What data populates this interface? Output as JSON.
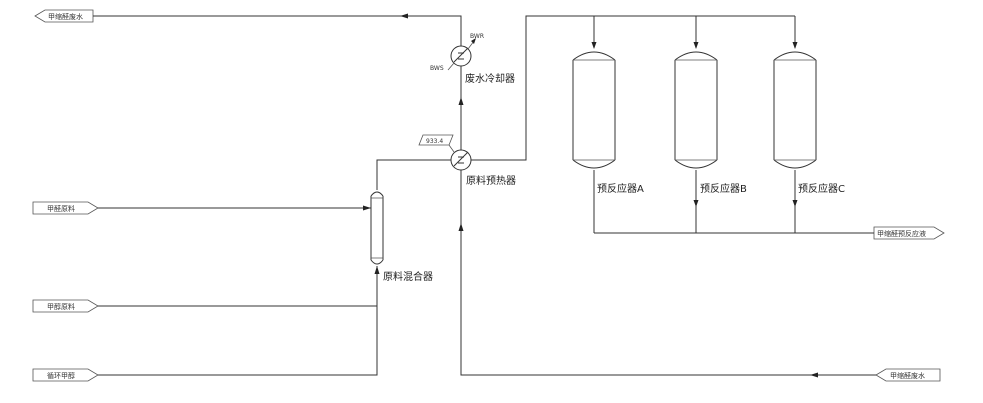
{
  "streams": {
    "top_left_out": "甲缩醛废水",
    "feed_1": "甲醛原料",
    "feed_2": "甲醇原料",
    "recycle": "循环甲醇",
    "right_out": "甲缩醛预反应液",
    "right_in": "甲缩醛废水"
  },
  "equipment": {
    "cooler": "废水冷却器",
    "preheater": "原料预热器",
    "mixer": "原料混合器",
    "reactor_a": "预反应器A",
    "reactor_b": "预反应器B",
    "reactor_c": "预反应器C"
  },
  "utilities": {
    "bwr": "BWR",
    "bws": "BWS",
    "tag": "933.4"
  }
}
